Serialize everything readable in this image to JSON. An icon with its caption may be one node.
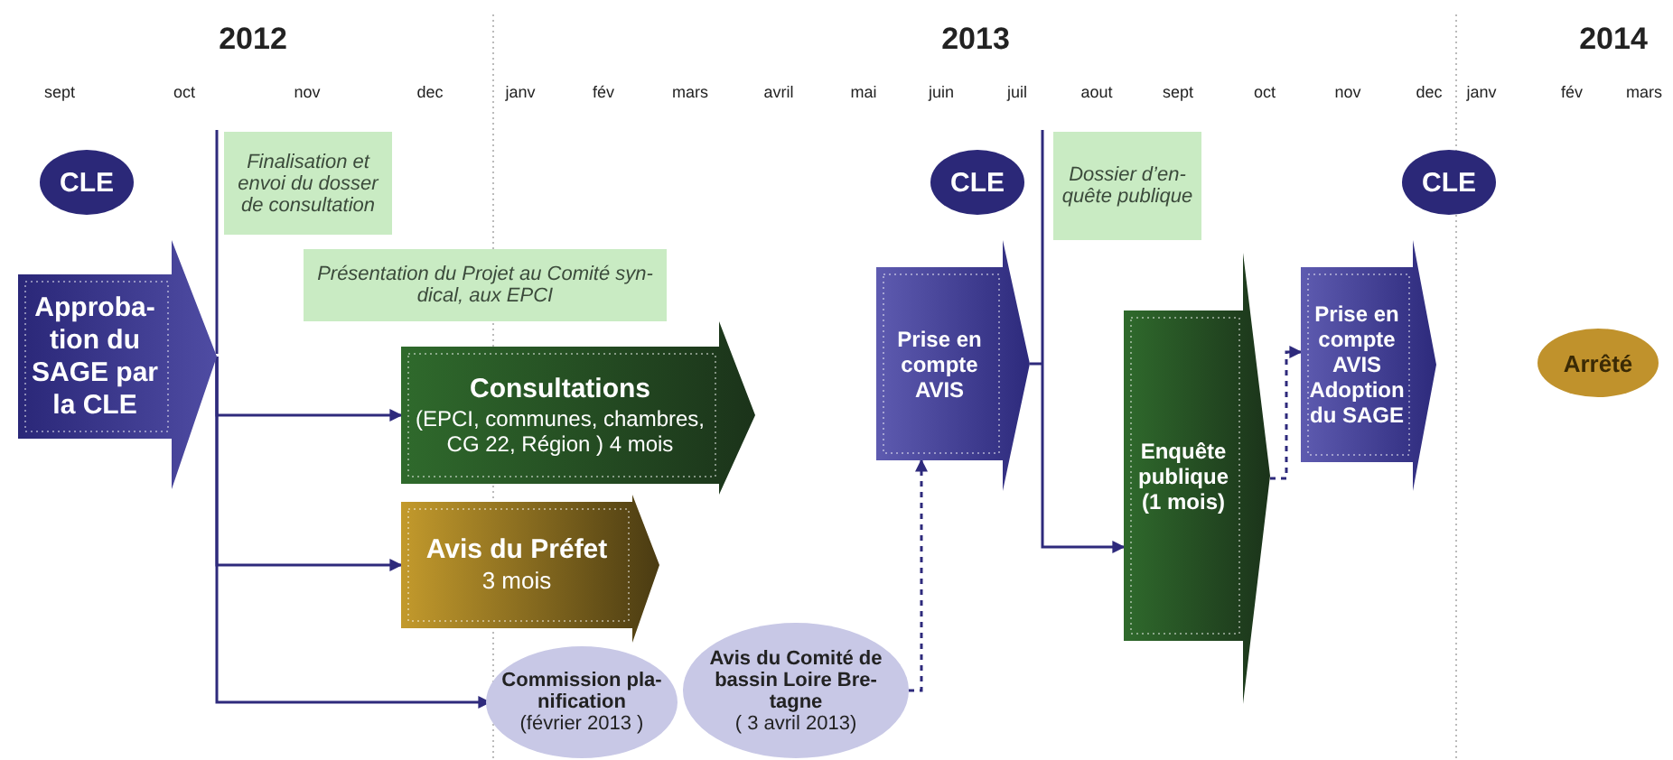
{
  "diagram": {
    "nodes": [
      {
        "text": [
          "CLE"
        ]
      },
      {
        "text": [
          "Finalisation et envoi du dosser de consultation"
        ]
      },
      {
        "text": [
          "Approba- tion du SAGE par la CLE"
        ]
      },
      {
        "text": [
          "Présentation du Projet au Comité syn- dical, aux EPCI"
        ]
      },
      {
        "text": [
          "Consultations",
          "(EPCI, communes, chambres, CG 22, Région ) 4 mois"
        ]
      },
      {
        "text": [
          "Avis du Préfet",
          "3 mois"
        ]
      },
      {
        "text": [
          "Commission pla- nification",
          "(février 2013 )"
        ]
      },
      {
        "text": [
          "Avis du Comité de bassin Loire Bre- tagne",
          "( 3 avril 2013)"
        ]
      },
      {
        "text": [
          "CLE"
        ]
      },
      {
        "text": [
          "Prise en compte AVIS"
        ]
      },
      {
        "text": [
          "Dossier d’en- quête publique"
        ]
      },
      {
        "text": [
          "Enquête publique (1 mois)"
        ]
      },
      {
        "text": [
          "CLE"
        ]
      },
      {
        "text": [
          "Prise en compte AVIS Adoption du SAGE"
        ]
      },
      {
        "text": [
          "Arrêté"
        ]
      }
    ],
    "edges": [
      {
        "from": 2,
        "to": 4,
        "arrow": "to"
      },
      {
        "from": 2,
        "to": 5,
        "arrow": "to"
      },
      {
        "from": 2,
        "to": 6,
        "arrow": "to"
      },
      {
        "from": 9,
        "to": 11,
        "arrow": "to"
      },
      {
        "from": 7,
        "to": 9,
        "arrow": "to",
        "style": "dashed"
      },
      {
        "from": 11,
        "to": 13,
        "arrow": "to",
        "style": "dashed"
      }
    ],
    "labels": [
      "2012",
      "2013",
      "2014",
      "sept",
      "oct",
      "nov",
      "dec",
      "janv",
      "fév",
      "mars",
      "avril",
      "mai",
      "juin",
      "juil",
      "aout",
      "sept",
      "oct",
      "nov",
      "dec",
      "janv",
      "fév",
      "mars"
    ]
  }
}
